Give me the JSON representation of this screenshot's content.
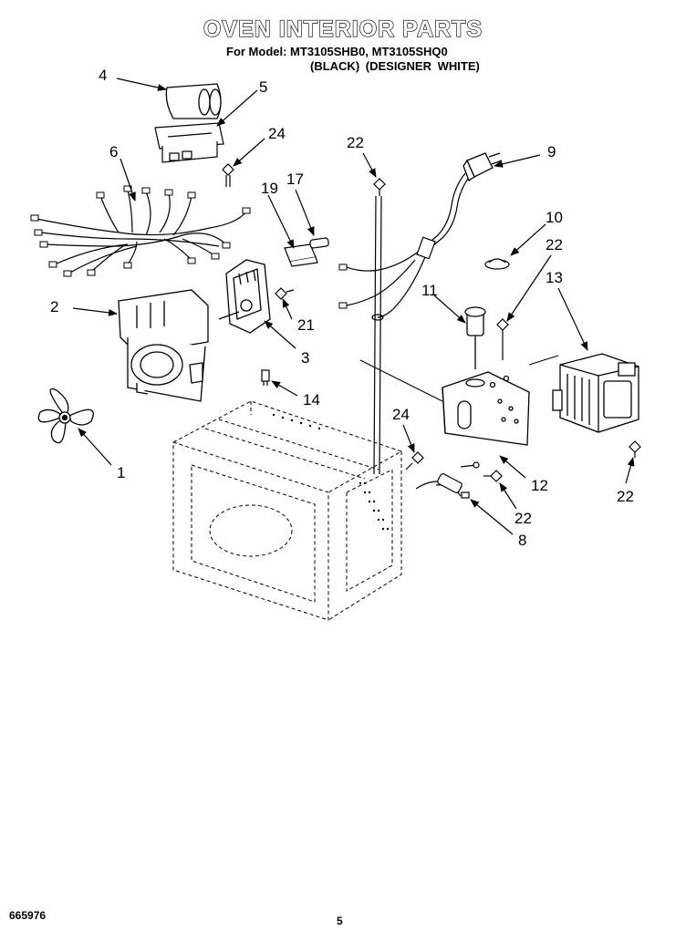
{
  "header": {
    "title": "OVEN INTERIOR PARTS",
    "model_line": "For Model: MT3105SHB0, MT3105SHQ0",
    "variants_line": "(BLACK) (DESIGNER WHITE)"
  },
  "callouts": [
    {
      "id": "c1",
      "label": "1"
    },
    {
      "id": "c2",
      "label": "2"
    },
    {
      "id": "c3",
      "label": "3"
    },
    {
      "id": "c4",
      "label": "4"
    },
    {
      "id": "c5",
      "label": "5"
    },
    {
      "id": "c6",
      "label": "6"
    },
    {
      "id": "c8",
      "label": "8"
    },
    {
      "id": "c9",
      "label": "9"
    },
    {
      "id": "c10",
      "label": "10"
    },
    {
      "id": "c11",
      "label": "11"
    },
    {
      "id": "c12",
      "label": "12"
    },
    {
      "id": "c13",
      "label": "13"
    },
    {
      "id": "c14",
      "label": "14"
    },
    {
      "id": "c17",
      "label": "17"
    },
    {
      "id": "c19",
      "label": "19"
    },
    {
      "id": "c21",
      "label": "21"
    },
    {
      "id": "c22a",
      "label": "22"
    },
    {
      "id": "c22b",
      "label": "22"
    },
    {
      "id": "c22c",
      "label": "22"
    },
    {
      "id": "c22d",
      "label": "22"
    },
    {
      "id": "c24a",
      "label": "24"
    },
    {
      "id": "c24b",
      "label": "24"
    }
  ],
  "footer": {
    "doc_number": "665976",
    "page_number": "5"
  }
}
